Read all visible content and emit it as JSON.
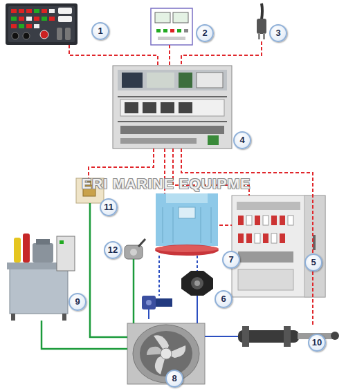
{
  "diagram": {
    "nodes": [
      {
        "text": [
          "1"
        ]
      },
      {
        "text": [
          "2"
        ]
      },
      {
        "text": [
          "3"
        ]
      },
      {
        "text": [
          "4"
        ]
      },
      {
        "text": [
          "5"
        ]
      },
      {
        "text": [
          "6"
        ]
      },
      {
        "text": [
          "7"
        ]
      },
      {
        "text": [
          "8"
        ]
      },
      {
        "text": [
          "9"
        ]
      },
      {
        "text": [
          "10"
        ]
      },
      {
        "text": [
          "11"
        ]
      },
      {
        "text": [
          "12"
        ]
      }
    ],
    "edges": [
      {
        "from": 0,
        "to": 3,
        "arrow": "none"
      },
      {
        "from": 1,
        "to": 3,
        "arrow": "none"
      },
      {
        "from": 2,
        "to": 3,
        "arrow": "none"
      },
      {
        "from": 3,
        "to": 10,
        "arrow": "none"
      },
      {
        "from": 3,
        "to": 6,
        "arrow": "none"
      },
      {
        "from": 3,
        "to": 4,
        "arrow": "none"
      },
      {
        "from": 3,
        "to": 9,
        "arrow": "none"
      },
      {
        "from": 6,
        "to": 4,
        "arrow": "none"
      },
      {
        "from": 6,
        "to": 5,
        "arrow": "none"
      },
      {
        "from": 5,
        "to": 7,
        "arrow": "none"
      },
      {
        "from": 7,
        "to": 9,
        "arrow": "none"
      },
      {
        "from": 8,
        "to": 7,
        "arrow": "none"
      },
      {
        "from": 10,
        "to": 7,
        "arrow": "none"
      },
      {
        "from": 11,
        "to": 7,
        "arrow": "none"
      }
    ],
    "labels": [
      "ERI MARINE EQUIPME"
    ]
  }
}
